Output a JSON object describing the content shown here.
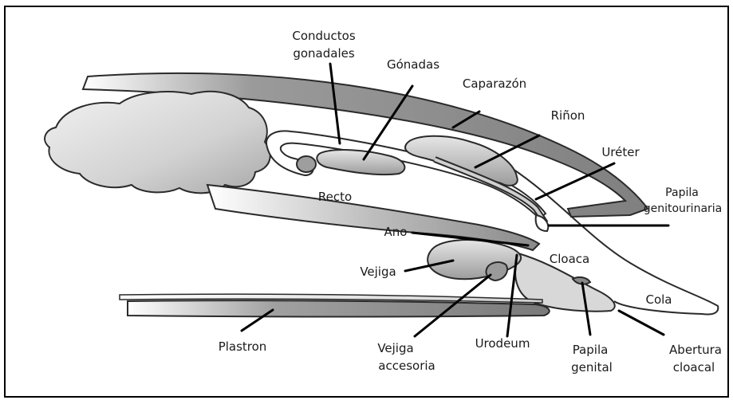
{
  "labels": {
    "conductos_line1": "Conductos",
    "conductos_line2": "gonadales",
    "gonadas": "Gónadas",
    "caparazon": "Caparazón",
    "rinon": "Riñon",
    "ureter": "Uréter",
    "papila_gu_line1": "Papila",
    "papila_gu_line2": "genitourinaria",
    "recto": "Recto",
    "ano": "Ano",
    "cloaca": "Cloaca",
    "vejiga": "Vejiga",
    "cola": "Cola",
    "plastron": "Plastron",
    "vejiga_acc_line1": "Vejiga",
    "vejiga_acc_line2": "accesoria",
    "urodeum": "Urodeum",
    "papila_gen_line1": "Papila",
    "papila_gen_line2": "genital",
    "abertura_line1": "Abertura",
    "abertura_line2": "cloacal"
  },
  "colors": {
    "border": "#000000",
    "organ_gray": "#8a8a8a",
    "light_gray": "#d6d6d6",
    "mid_gray": "#b5b5b5",
    "leader": "#000000"
  }
}
